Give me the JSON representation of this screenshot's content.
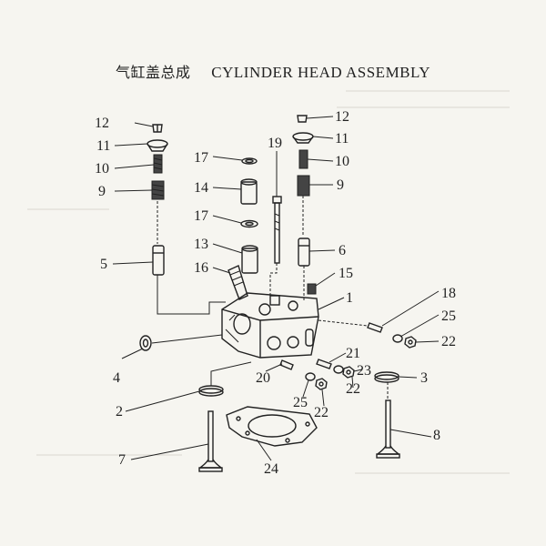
{
  "title": {
    "chinese": "气缸盖总成",
    "english": "CYLINDER HEAD  ASSEMBLY"
  },
  "callouts": {
    "n1": "1",
    "n2": "2",
    "n3": "3",
    "n4": "4",
    "n5": "5",
    "n6": "6",
    "n7": "7",
    "n8": "8",
    "n9_left": "9",
    "n9_right": "9",
    "n10_left": "10",
    "n10_right": "10",
    "n11_left": "11",
    "n11_right": "11",
    "n12_left": "12",
    "n12_right": "12",
    "n13": "13",
    "n14": "14",
    "n15": "15",
    "n16": "16",
    "n17_top": "17",
    "n17_mid": "17",
    "n18": "18",
    "n19": "19",
    "n20": "20",
    "n21": "21",
    "n22_right": "22",
    "n22_mid": "22",
    "n22_low": "22",
    "n23": "23",
    "n24": "24",
    "n25_right": "25",
    "n25_low": "25"
  },
  "colors": {
    "ink": "#222222",
    "paper": "#f6f5f0"
  }
}
